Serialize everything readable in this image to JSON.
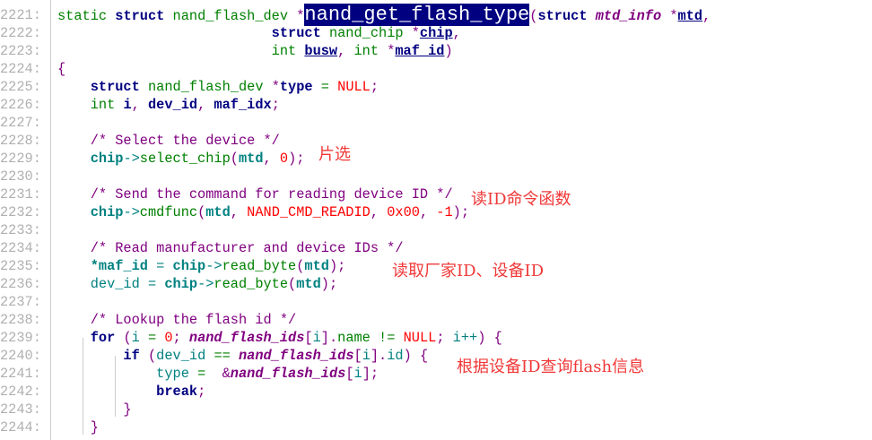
{
  "editor": {
    "lines": [
      {
        "num": "2221:",
        "tokens": [
          [
            "id",
            "static "
          ],
          [
            "kw",
            "struct "
          ],
          [
            "id",
            "nand_flash_dev "
          ],
          [
            "p",
            "*"
          ],
          [
            "hl",
            "nand_get_flash_type"
          ],
          [
            "p",
            "("
          ],
          [
            "kw",
            "struct "
          ],
          [
            "it",
            "mtd_info "
          ],
          [
            "p",
            "*"
          ],
          [
            "u",
            "mtd"
          ],
          [
            "p",
            ","
          ]
        ]
      },
      {
        "num": "2222:",
        "tokens": [
          [
            "id",
            "                          "
          ],
          [
            "kw",
            "struct "
          ],
          [
            "id",
            "nand_chip "
          ],
          [
            "p",
            "*"
          ],
          [
            "u",
            "chip"
          ],
          [
            "p",
            ","
          ]
        ]
      },
      {
        "num": "2223:",
        "tokens": [
          [
            "id",
            "                          int "
          ],
          [
            "u",
            "busw"
          ],
          [
            "p",
            ", "
          ],
          [
            "id",
            "int "
          ],
          [
            "p",
            "*"
          ],
          [
            "u",
            "maf_id"
          ],
          [
            "p",
            ")"
          ]
        ]
      },
      {
        "num": "2224:",
        "tokens": [
          [
            "p",
            "{"
          ]
        ]
      },
      {
        "num": "2225:",
        "tokens": [
          [
            "id",
            "    "
          ],
          [
            "kw",
            "struct "
          ],
          [
            "id",
            "nand_flash_dev "
          ],
          [
            "p",
            "*"
          ],
          [
            "kw",
            "type "
          ],
          [
            "id",
            "= "
          ],
          [
            "n",
            "NULL"
          ],
          [
            "p",
            ";"
          ]
        ]
      },
      {
        "num": "2226:",
        "tokens": [
          [
            "id",
            "    int "
          ],
          [
            "kw",
            "i"
          ],
          [
            "p",
            ", "
          ],
          [
            "kw",
            "dev_id"
          ],
          [
            "p",
            ", "
          ],
          [
            "kw",
            "maf_idx"
          ],
          [
            "p",
            ";"
          ]
        ]
      },
      {
        "num": "2227:",
        "tokens": []
      },
      {
        "num": "2228:",
        "tokens": [
          [
            "c",
            "    /* Select the device */"
          ]
        ]
      },
      {
        "num": "2229:",
        "tokens": [
          [
            "vb",
            "    chip"
          ],
          [
            "v",
            "->"
          ],
          [
            "id",
            "select_chip"
          ],
          [
            "p",
            "("
          ],
          [
            "vb",
            "mtd"
          ],
          [
            "p",
            ", "
          ],
          [
            "n",
            "0"
          ],
          [
            "p",
            ");"
          ]
        ]
      },
      {
        "num": "2230:",
        "tokens": []
      },
      {
        "num": "2231:",
        "tokens": [
          [
            "c",
            "    /* Send the command for reading device ID */"
          ]
        ]
      },
      {
        "num": "2232:",
        "tokens": [
          [
            "vb",
            "    chip"
          ],
          [
            "v",
            "->"
          ],
          [
            "id",
            "cmdfunc"
          ],
          [
            "p",
            "("
          ],
          [
            "vb",
            "mtd"
          ],
          [
            "p",
            ", "
          ],
          [
            "n",
            "NAND_CMD_READID"
          ],
          [
            "p",
            ", "
          ],
          [
            "n",
            "0x00"
          ],
          [
            "p",
            ", "
          ],
          [
            "n",
            "-1"
          ],
          [
            "p",
            ");"
          ]
        ]
      },
      {
        "num": "2233:",
        "tokens": []
      },
      {
        "num": "2234:",
        "tokens": [
          [
            "c",
            "    /* Read manufacturer and device IDs */"
          ]
        ]
      },
      {
        "num": "2235:",
        "tokens": [
          [
            "vb",
            "    *maf_id "
          ],
          [
            "v",
            "= "
          ],
          [
            "vb",
            "chip"
          ],
          [
            "v",
            "->"
          ],
          [
            "id",
            "read_byte"
          ],
          [
            "p",
            "("
          ],
          [
            "vb",
            "mtd"
          ],
          [
            "p",
            ");"
          ]
        ]
      },
      {
        "num": "2236:",
        "tokens": [
          [
            "v",
            "    dev_id = "
          ],
          [
            "vb",
            "chip"
          ],
          [
            "v",
            "->"
          ],
          [
            "id",
            "read_byte"
          ],
          [
            "p",
            "("
          ],
          [
            "vb",
            "mtd"
          ],
          [
            "p",
            ");"
          ]
        ]
      },
      {
        "num": "2237:",
        "tokens": []
      },
      {
        "num": "2238:",
        "tokens": [
          [
            "c",
            "    /* Lookup the flash id */"
          ]
        ]
      },
      {
        "num": "2239:",
        "tokens": [
          [
            "kw",
            "    for "
          ],
          [
            "p",
            "("
          ],
          [
            "v",
            "i "
          ],
          [
            "id",
            "= "
          ],
          [
            "n",
            "0"
          ],
          [
            "p",
            "; "
          ],
          [
            "it",
            "nand_flash_ids"
          ],
          [
            "p",
            "["
          ],
          [
            "v",
            "i"
          ],
          [
            "p",
            "]."
          ],
          [
            "id",
            "name "
          ],
          [
            "id",
            "!= "
          ],
          [
            "n",
            "NULL"
          ],
          [
            "p",
            "; "
          ],
          [
            "v",
            "i++"
          ],
          [
            "p",
            ") {"
          ]
        ]
      },
      {
        "num": "2240:",
        "tokens": [
          [
            "kw",
            "        if "
          ],
          [
            "p",
            "("
          ],
          [
            "v",
            "dev_id "
          ],
          [
            "id",
            "== "
          ],
          [
            "it",
            "nand_flash_ids"
          ],
          [
            "p",
            "["
          ],
          [
            "v",
            "i"
          ],
          [
            "p",
            "]."
          ],
          [
            "v",
            "id"
          ],
          [
            "p",
            ") {"
          ]
        ]
      },
      {
        "num": "2241:",
        "tokens": [
          [
            "v",
            "            type "
          ],
          [
            "id",
            "=  "
          ],
          [
            "p",
            "&"
          ],
          [
            "it",
            "nand_flash_ids"
          ],
          [
            "p",
            "["
          ],
          [
            "v",
            "i"
          ],
          [
            "p",
            "];"
          ]
        ]
      },
      {
        "num": "2242:",
        "tokens": [
          [
            "kw",
            "            break"
          ],
          [
            "p",
            ";"
          ]
        ]
      },
      {
        "num": "2243:",
        "tokens": [
          [
            "p",
            "        }"
          ]
        ]
      },
      {
        "num": "2244:",
        "tokens": [
          [
            "p",
            "    }"
          ]
        ]
      }
    ]
  },
  "annotations": {
    "chip_select": "片选",
    "read_id_cmd": "读ID命令函数",
    "read_ids": "读取厂家ID、设备ID",
    "lookup": "根据设备ID查询flash信息"
  }
}
